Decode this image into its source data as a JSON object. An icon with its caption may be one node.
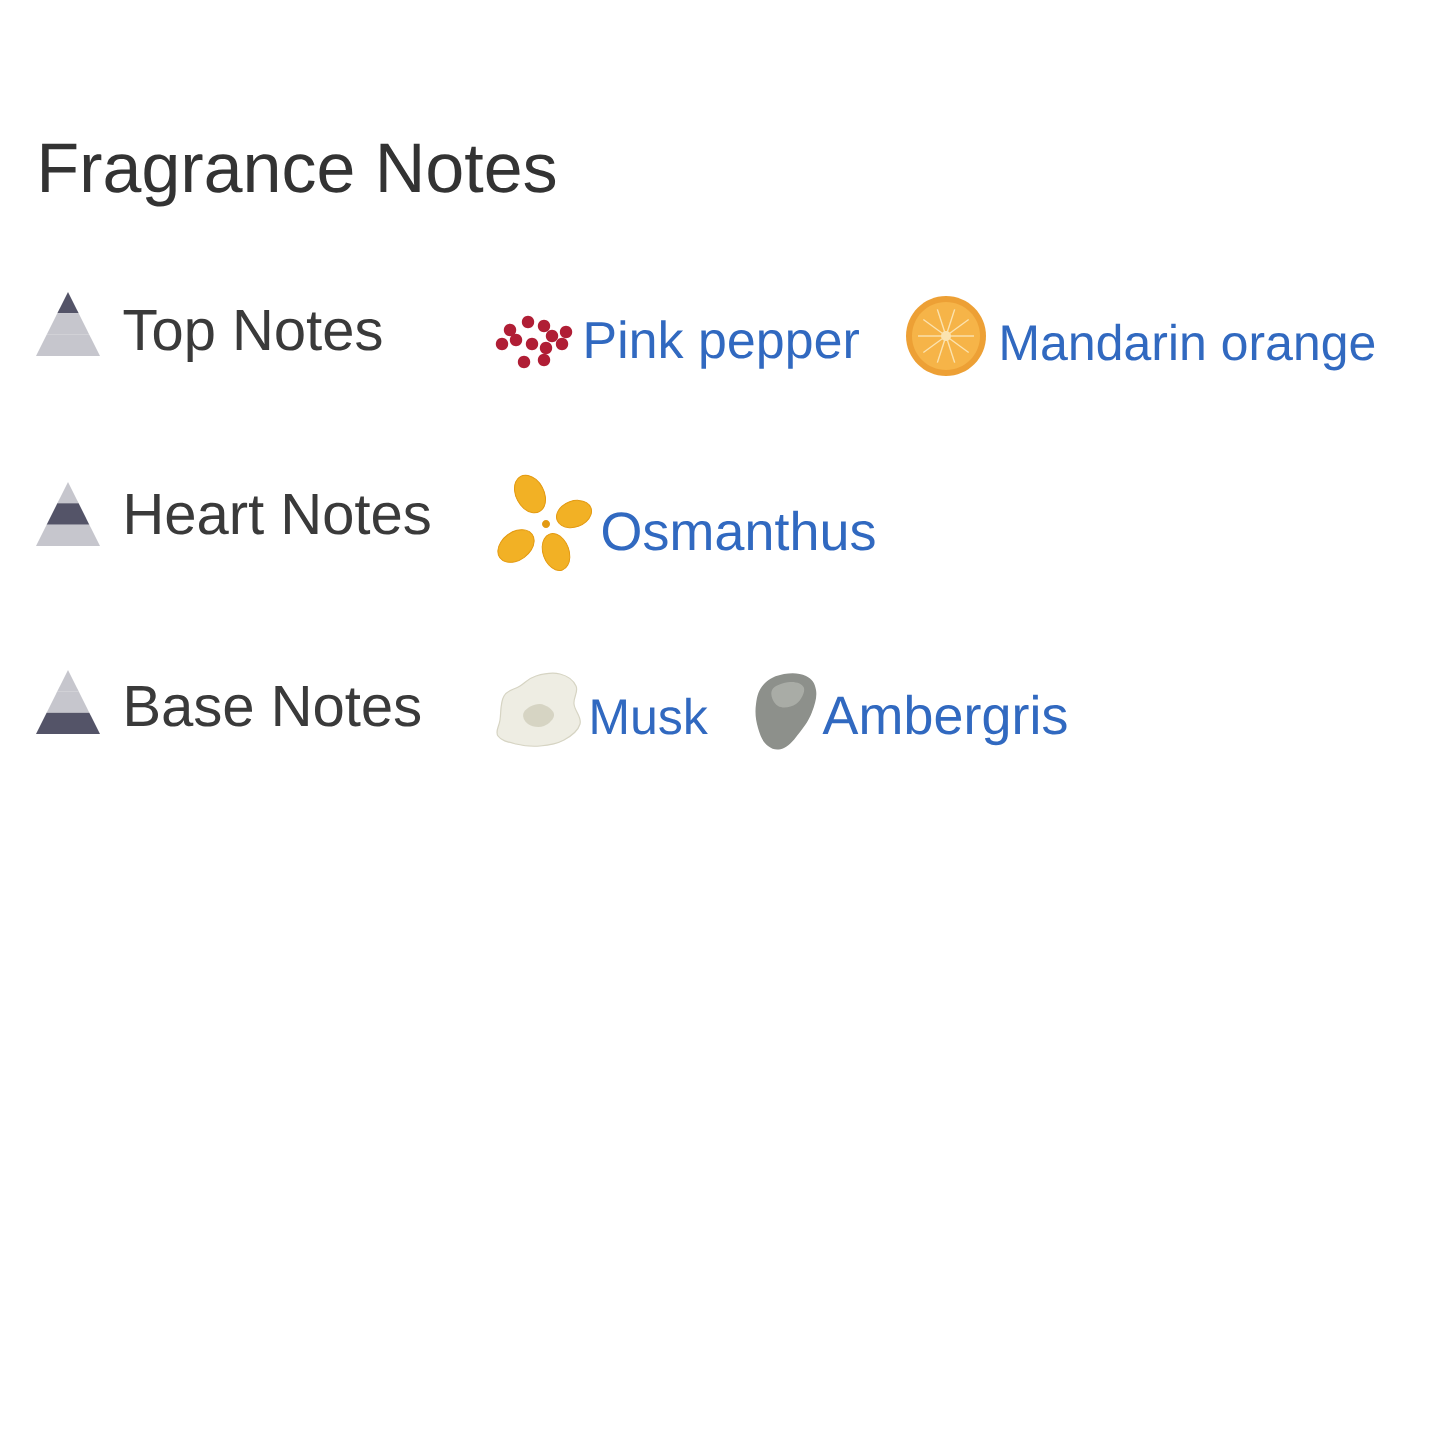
{
  "diagram": {
    "title": "Fragrance Notes",
    "labels": [
      "Top Notes",
      "Pink pepper",
      "Mandarin orange",
      "Heart Notes",
      "Osmanthus",
      "Base Notes",
      "Musk",
      "Ambergris"
    ]
  }
}
